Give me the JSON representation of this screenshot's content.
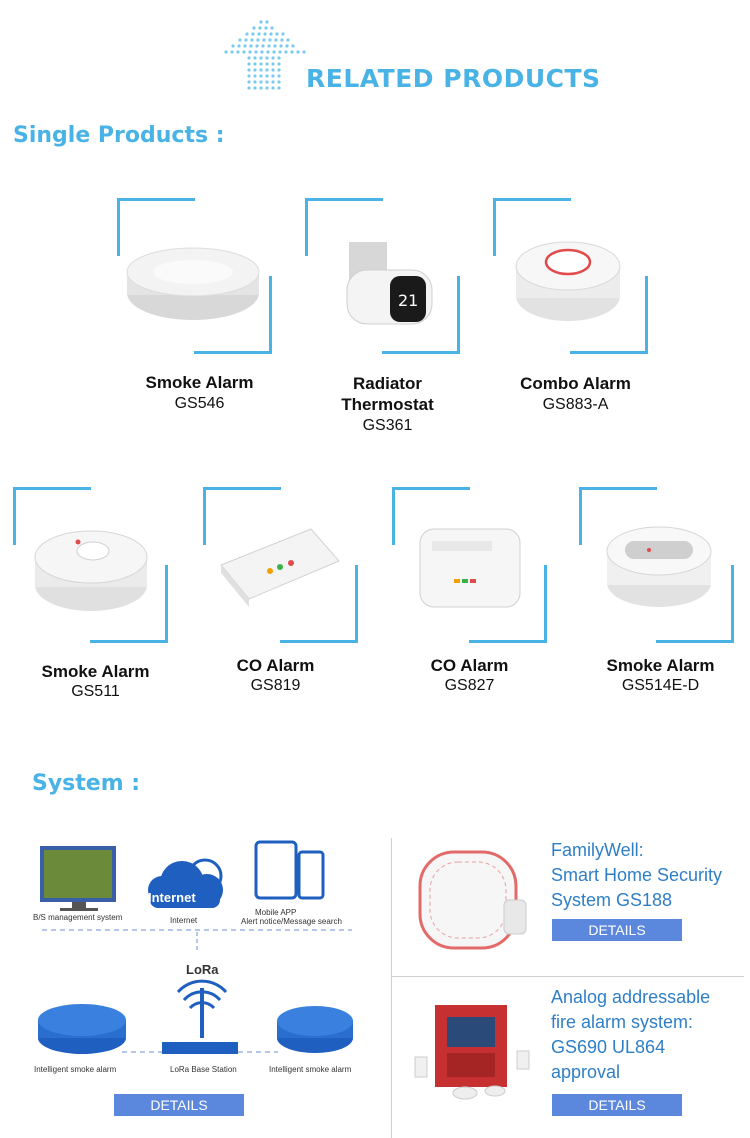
{
  "header": {
    "title": "RELATED PRODUCTS",
    "icon": "dotted-arrow-up-icon"
  },
  "single_products": {
    "title": "Single Products :",
    "row1": [
      {
        "name": "Smoke Alarm",
        "model": "GS546",
        "image": "round-smoke-alarm-image"
      },
      {
        "name": "Radiator Thermostat",
        "model": "GS361",
        "image": "radiator-thermostat-image"
      },
      {
        "name": "Combo Alarm",
        "model": "GS883-A",
        "image": "combo-alarm-image"
      }
    ],
    "row2": [
      {
        "name": "Smoke Alarm",
        "model": "GS511",
        "image": "smoke-alarm-image"
      },
      {
        "name": "CO Alarm",
        "model": "GS819",
        "image": "co-alarm-image"
      },
      {
        "name": "CO Alarm",
        "model": "GS827",
        "image": "co-alarm-image"
      },
      {
        "name": "Smoke Alarm",
        "model": "GS514E-D",
        "image": "smoke-alarm-image"
      }
    ]
  },
  "system": {
    "title": "System :",
    "diagram": {
      "internet": "Internet",
      "internet_caption": "Internet",
      "bs_label": "B/S management system",
      "app_label_1": "Mobile APP",
      "app_label_2": "Alert notice/Message search",
      "lora": "LoRa",
      "base_station": "LoRa Base Station",
      "smoke_left": "Intelligent smoke alarm",
      "smoke_right": "Intelligent smoke alarm"
    },
    "details_label": "DETAILS",
    "items": [
      {
        "lines": [
          "FamilyWell:",
          "Smart Home Security",
          "System GS188"
        ],
        "details": "DETAILS"
      },
      {
        "lines": [
          "Analog addressable",
          "fire alarm system:",
          "GS690 UL864",
          "approval"
        ],
        "details": "DETAILS"
      }
    ]
  },
  "colors": {
    "accent": "#4ab3e6",
    "button": "#5b87dc",
    "link_text": "#2f7fc6"
  }
}
